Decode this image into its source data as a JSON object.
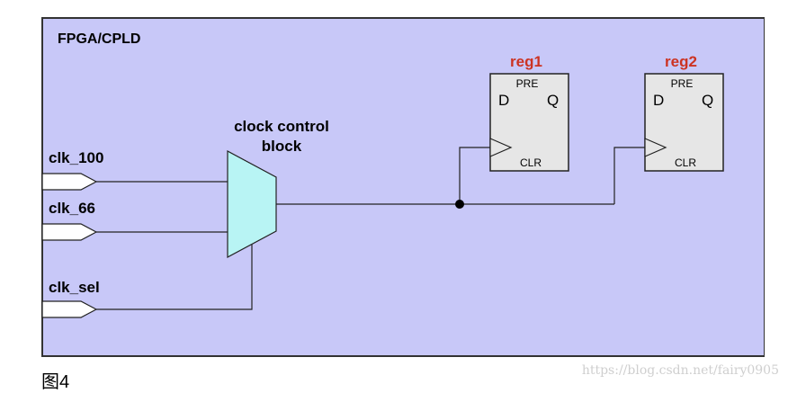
{
  "container": {
    "label": "FPGA/CPLD"
  },
  "clock_block": {
    "label_line1": "clock control",
    "label_line2": "block"
  },
  "inputs": [
    {
      "label": "clk_100"
    },
    {
      "label": "clk_66"
    },
    {
      "label": "clk_sel"
    }
  ],
  "registers": [
    {
      "name": "reg1",
      "pin_d": "D",
      "pin_q": "Q",
      "pin_pre": "PRE",
      "pin_clr": "CLR"
    },
    {
      "name": "reg2",
      "pin_d": "D",
      "pin_q": "Q",
      "pin_pre": "PRE",
      "pin_clr": "CLR"
    }
  ],
  "caption": "图4",
  "watermark": "https://blog.csdn.net/fairy0905",
  "colors": {
    "container_fill": "#c8c8f8",
    "mux_fill": "#b8f4f4",
    "register_fill": "#e6e6e6",
    "register_name": "#cc3322"
  }
}
